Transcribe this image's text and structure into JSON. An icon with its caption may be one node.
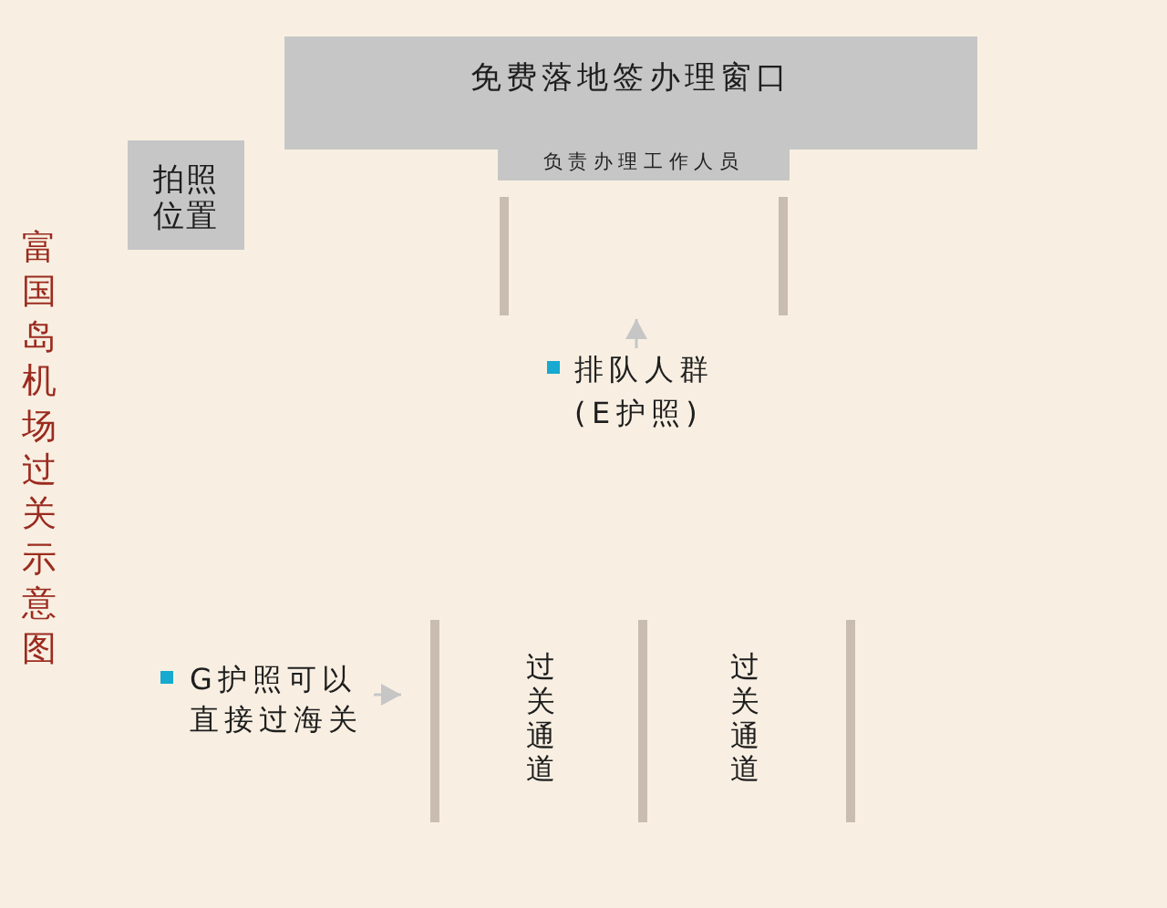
{
  "diagram": {
    "title": "富国岛机场过关示意图",
    "nodes": [
      {
        "text": [
          "免费落地签办理窗口"
        ]
      },
      {
        "text": [
          "负责办理工作人员"
        ]
      },
      {
        "text": [
          "拍照位置"
        ]
      },
      {
        "text": [
          "排队人群(E护照)"
        ]
      },
      {
        "text": [
          "G护照可以直接过海关"
        ]
      }
    ],
    "edges": [
      {
        "from": 3,
        "to": null,
        "arrow": "to"
      },
      {
        "from": 4,
        "to": null,
        "arrow": "to"
      }
    ],
    "labels": [
      "过关通道",
      "过关通道"
    ]
  }
}
